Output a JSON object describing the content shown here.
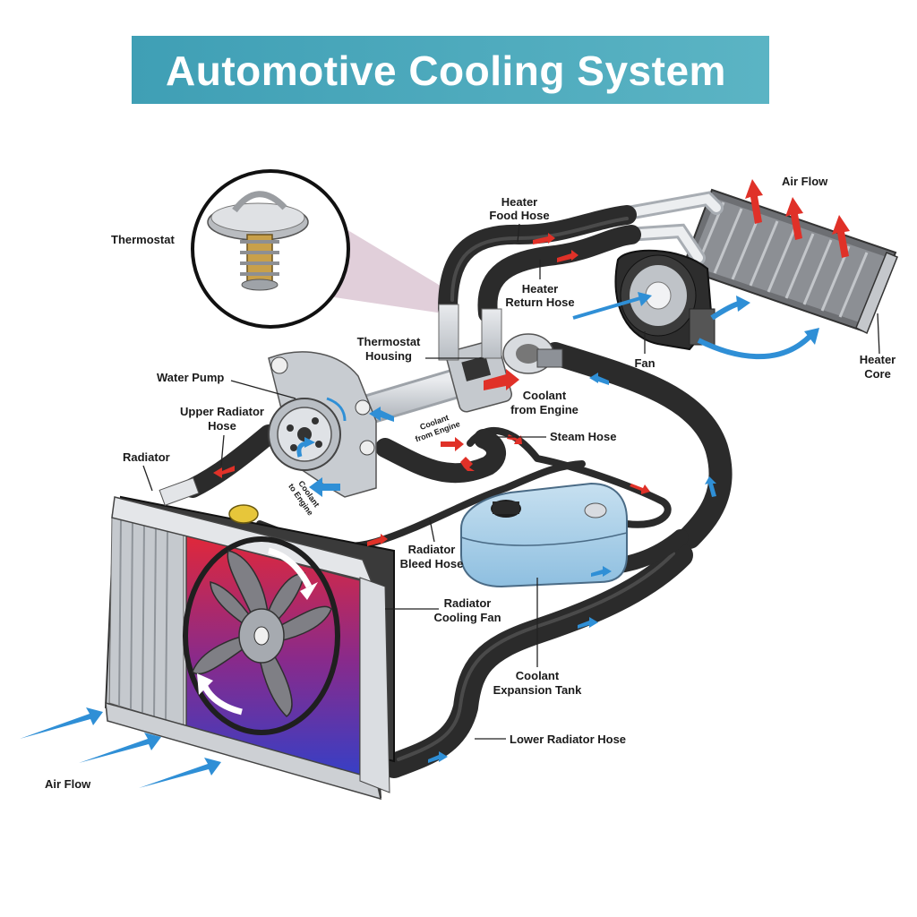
{
  "title": "Automotive Cooling System",
  "colors": {
    "title_bar_left": "#3f9fb5",
    "title_bar_right": "#5bb4c4",
    "flow_cool": "#2f8fd6",
    "flow_hot": "#e03128",
    "hose": "#2b2b2b",
    "tank": "#a9cfe6",
    "radiator_core_hot": "#e0283a",
    "radiator_core_cool": "#3340c8"
  },
  "labels": {
    "thermostat": "Thermostat",
    "heater_food_hose_1": "Heater",
    "heater_food_hose_2": "Food Hose",
    "air_flow_top": "Air Flow",
    "heater_return_hose_1": "Heater",
    "heater_return_hose_2": "Return Hose",
    "thermostat_housing_1": "Thermostat",
    "thermostat_housing_2": "Housing",
    "fan": "Fan",
    "heater_core_1": "Heater",
    "heater_core_2": "Core",
    "water_pump": "Water Pump",
    "coolant_from_engine_1": "Coolant",
    "coolant_from_engine_2": "from Engine",
    "upper_radiator_hose_1": "Upper Radiator",
    "upper_radiator_hose_2": "Hose",
    "coolant_from_engine_small_1": "Coolant",
    "coolant_from_engine_small_2": "from Engine",
    "steam_hose": "Steam Hose",
    "radiator": "Radiator",
    "coolant_to_engine_1": "Coolant",
    "coolant_to_engine_2": "to Engine",
    "radiator_bleed_hose_1": "Radiator",
    "radiator_bleed_hose_2": "Bleed Hose",
    "radiator_cooling_fan_1": "Radiator",
    "radiator_cooling_fan_2": "Cooling Fan",
    "coolant_expansion_tank_1": "Coolant",
    "coolant_expansion_tank_2": "Expansion Tank",
    "lower_radiator_hose": "Lower Radiator Hose",
    "air_flow_bottom": "Air Flow"
  }
}
